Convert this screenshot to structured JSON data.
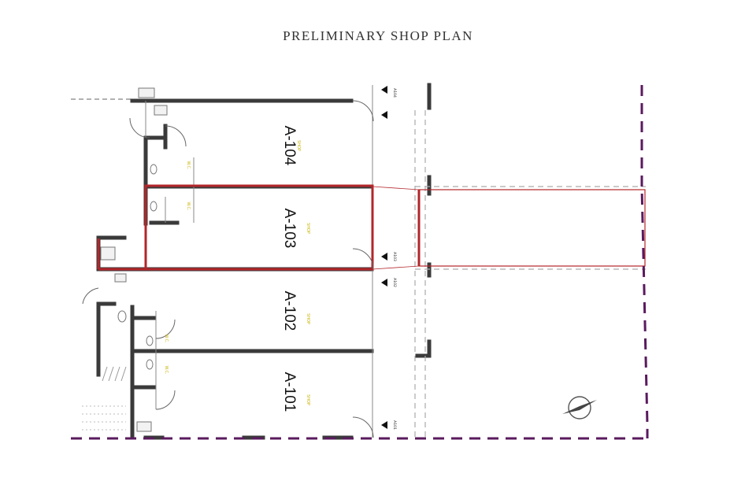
{
  "title": "PRELIMINARY SHOP PLAN",
  "units": [
    {
      "id": "A-104",
      "shop_note": "SHOP",
      "wc_note": "W.C."
    },
    {
      "id": "A-103",
      "shop_note": "SHOP",
      "wc_note": "W.C."
    },
    {
      "id": "A-102",
      "shop_note": "SHOP",
      "wc_note": "W.C."
    },
    {
      "id": "A-101",
      "shop_note": "SHOP",
      "wc_note": "W.C."
    }
  ],
  "level_tags": [
    "A104",
    "A103",
    "A102",
    "A101"
  ],
  "colors": {
    "wall": "#3a3a3a",
    "highlight": "#b3262a",
    "boundary": "#5a1a5e",
    "thin": "#888888",
    "note": "#c9b400"
  },
  "icons": [
    "north-arrow-icon",
    "section-marker-icon",
    "door-swing-icon",
    "toilet-icon",
    "sink-icon"
  ]
}
